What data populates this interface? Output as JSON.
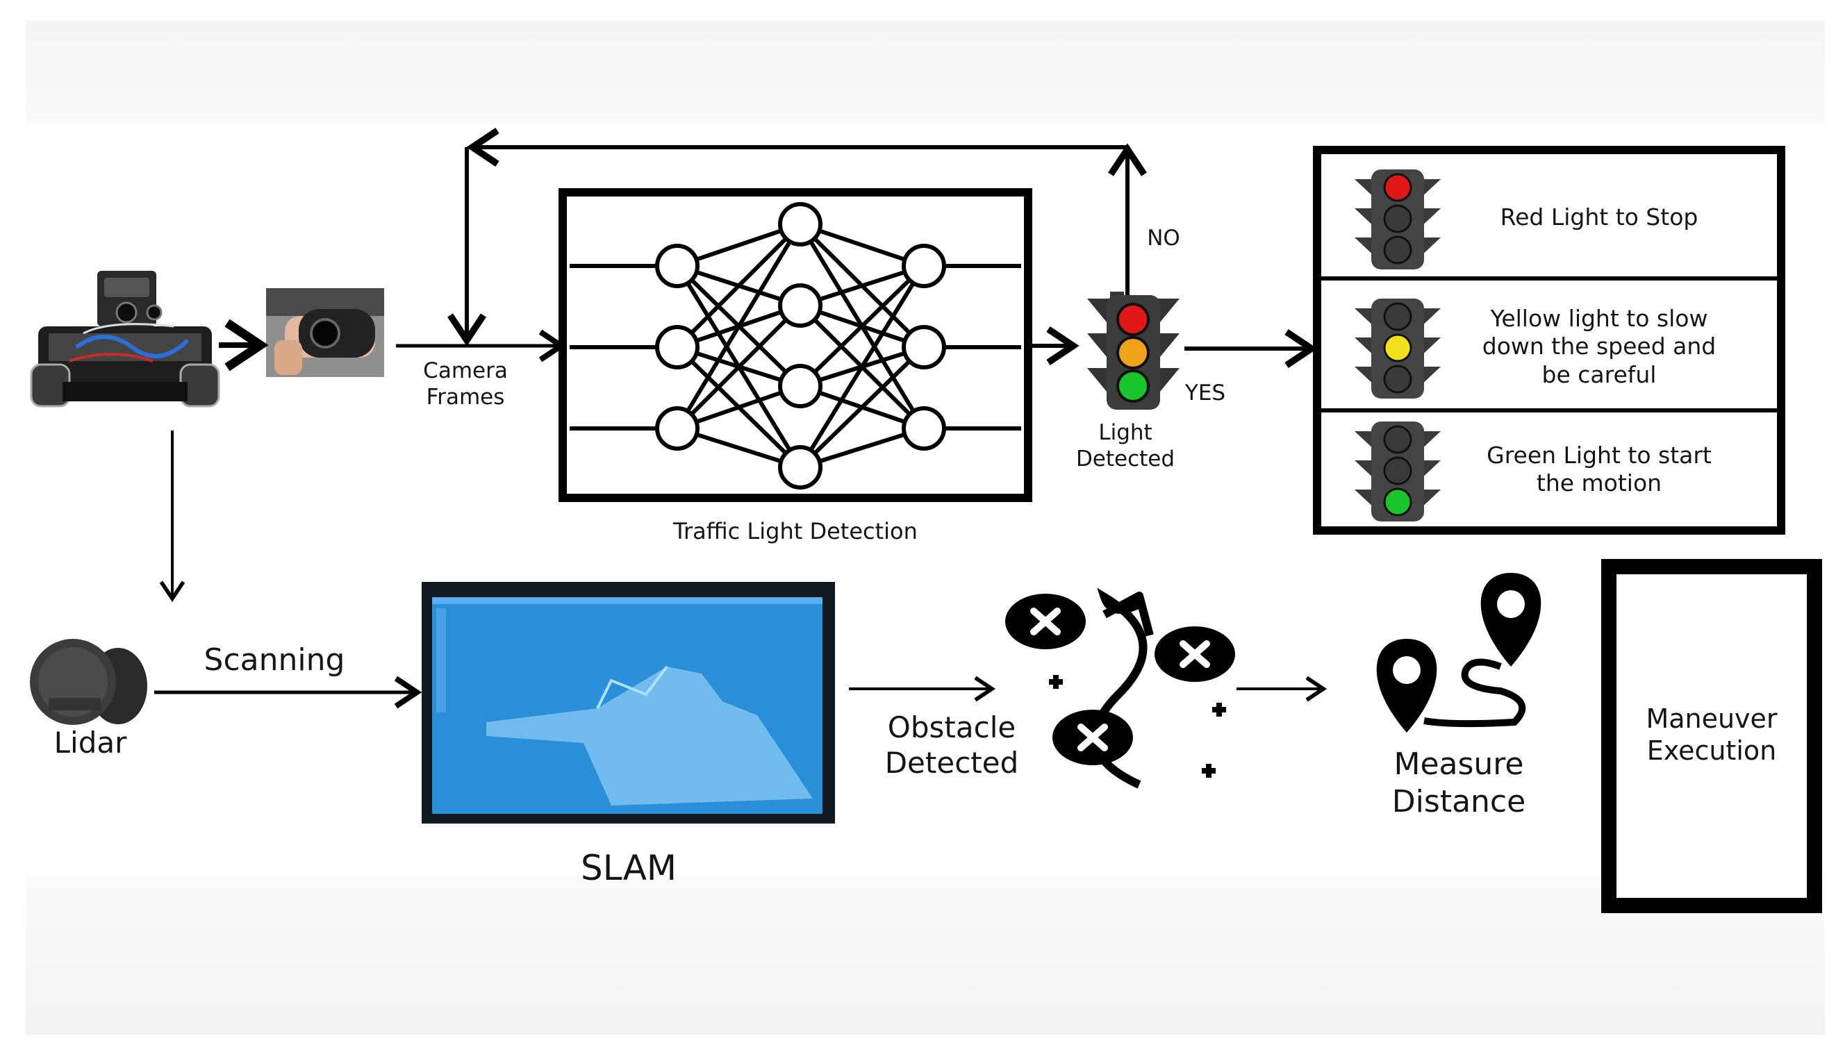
{
  "labels": {
    "camera_frames": "Camera\nFrames",
    "no": "NO",
    "yes": "YES",
    "light_detected": "Light\nDetected",
    "traffic_light_detection": "Traffic Light Detection",
    "scanning": "Scanning",
    "lidar": "Lidar",
    "slam": "SLAM",
    "obstacle_detected": "Obstacle\nDetected",
    "measure_distance": "Measure\nDistance",
    "maneuver_execution": "Maneuver\nExecution"
  },
  "legend": [
    {
      "text": "Red Light to Stop",
      "lit": "red"
    },
    {
      "text": "Yellow light to slow\ndown the speed and\nbe careful",
      "lit": "yellow"
    },
    {
      "text": "Green Light to start\nthe motion",
      "lit": "green"
    }
  ],
  "colors": {
    "red": "#e01818",
    "yellow": "#f2e01c",
    "amber": "#f0a21a",
    "green": "#19c52a",
    "off": "#3a3a3a",
    "slam_screen": "#2a8fd8"
  }
}
